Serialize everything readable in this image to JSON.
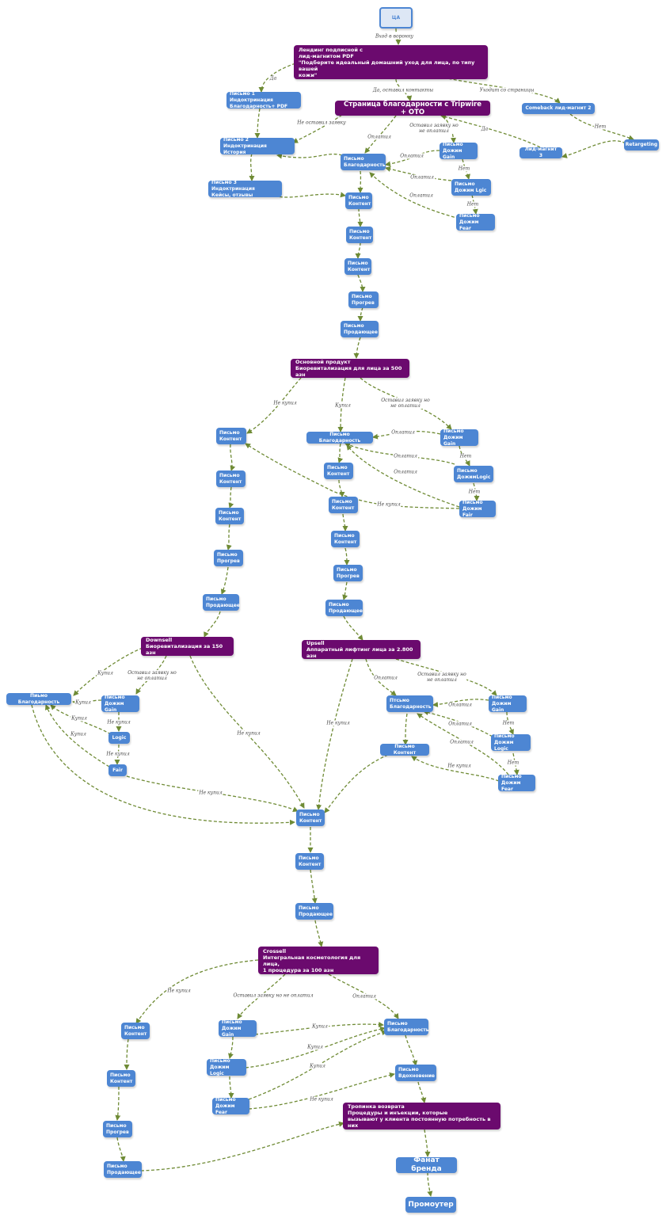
{
  "nodes": {
    "ca": "ЦА",
    "landing": "Лендинг подписной с\nлид-магнитом PDF\n\"Подберите идеальный домашний уход для лица, по типу вашей\nкожи\"",
    "p1": "Письмо 1 Индоктринация\nБлагодарность+ PDF",
    "thanks_tripwire": "Страница благодарности с Tripwire + OTO",
    "comeback": "Comeback лид-магнит 2",
    "p2": "Письмо 2 Индоктринация\nИстория",
    "pthanks1": "Письмо\nБлагодарность",
    "gain1": "Письмо\nДожим Gain",
    "lead3": "Лид-магнит 3",
    "retargeting": "Retargeting",
    "p3": "Письмо 3 Индоктринация\nКейсы, отзывы",
    "logic1": "Письмо\nДожим Lgic",
    "content1": "Письмо\nКонтент",
    "fear1": "Письмо\nДожим Fear",
    "content2": "Письмо\nКонтент",
    "content3": "Письмо\nКонтент",
    "warm1": "Письмо\nПрогрев",
    "sell1": "Письмо\nПродающее",
    "main": "Основной продукт\nБиоревитализация для лица за 500 азн",
    "l_content1": "Письмо\nКонтент",
    "thanks2": "Письмо Благодарность",
    "gain2": "Письмо\nДожим Gain",
    "c2_content1": "Письмо\nКонтент",
    "logic2": "Письмо\nДожимLogic",
    "l_content2": "Письмо\nКонтент",
    "c2_content2": "Письмо\nКонтент",
    "fair2": "Письмо\nДожим Fair",
    "l_content3": "Письмо\nКонтент",
    "c2_content3": "Письмо\nКонтент",
    "l_warm": "Письмо\nПрогрев",
    "c2_warm": "Письмо\nПрогрев",
    "l_sell": "Письмо\nПродающее",
    "c2_sell": "Письмо\nПродающее",
    "downsell": "Downsell\nБиоревитализация за 150 азн",
    "upsell": "Upsell\nАппаратный лифтинг лица за 2.800 азн",
    "thanks_d": "Пиьмо Благодарность",
    "gain_d": "Письмо\nДожим Gain",
    "logic_d": "Logic",
    "fair_d": "Fair",
    "thanks_u": "Птсьмо\nБлагодарность",
    "gain_u": "Письмо\nДожим Gain",
    "logic_u": "Письмо\nДожим Logic",
    "content_u": "Письмо Контент",
    "fear_u": "Письмо\nДожим Fear",
    "m_content1": "Письмо\nКонтент",
    "m_content2": "Письмо\nКонтент",
    "m_sell": "Письмо\nПродающее",
    "crossell": "Crossell\nИнтегральная косметология для лица,\n1 процедура за 100 азн",
    "x_content1": "Письмо\nКонтент",
    "gain_x": "Письмо\nДожим Gain",
    "thanks_x": "Письмо\nБлагодарность",
    "x_content2": "Письмо\nКонтент",
    "logic_x": "Письмо\nДожим Logic",
    "inspire": "Письмо\nВдохновение",
    "fear_x": "Письмо\nДожим Fear",
    "x_warm": "Письмо\nПрогрев",
    "path": "Тропинка возврата\nПроцедуры и инъекции, которые\nвызывают у клиента постоянную потребность в них",
    "x_sell": "Письмо\nПродающее",
    "fan": "Фанат бренда",
    "promoter": "Промоутер"
  },
  "labels": {
    "entry": "Вход в воронку",
    "yes": "Да",
    "yes_contacts": "Да, оставил контакты",
    "leaves": "Уходит со страницы",
    "no_request": "Не оставил заявку",
    "paid_a": "Оплатил",
    "req_a": "Оставил заявку но\nне оплатил",
    "paid_b": "Оплатил",
    "yes_b": "Да",
    "no_a": "Нет",
    "no_b": "Нет",
    "paid_c": "Оплатил",
    "no_c": "Нет",
    "paid_d": "Оплатил",
    "nobuy_a": "Не купил",
    "bought_a": "Купил",
    "req_b": "Оставил заявку но\nне оплатил",
    "paid_e": "Оплатил",
    "no_d": "Нет",
    "paid_f": "Оплатил",
    "no_e": "Нет",
    "paid_g": "Оплатил",
    "nobuy_b": "Не купил",
    "bought_b": "Купил",
    "req_c": "Оставил заявку но\nне оплатил",
    "bought_c": "Купил",
    "nobuy_c": "Не купил",
    "bought_d": "Купил",
    "bought_e": "Купил",
    "nobuy_d": "Не купил",
    "nobuy_e": "Не купил",
    "nobuy_f": "Не купил",
    "paid_h": "Оплатил",
    "req_d": "Оставил заявку но\nне оплатил",
    "paid_i": "Оплатил",
    "no_f": "Нет",
    "paid_j": "Оплатил",
    "paid_k": "Оплатил",
    "no_g": "Нет",
    "nobuy_g": "Не купил",
    "nobuy_h": "Не купил",
    "nobuy_i": "Не купил",
    "req_e": "Оставил заявку но не оплатил",
    "paid_l": "Оплатил",
    "bought_f": "Купил",
    "bought_g": "Купил",
    "bought_h": "Купил",
    "nobuy_j": "Не купил"
  },
  "colors": {
    "node_blue": "#4d86d3",
    "node_purple": "#6b0a6e",
    "edge": "#6f8b35"
  }
}
